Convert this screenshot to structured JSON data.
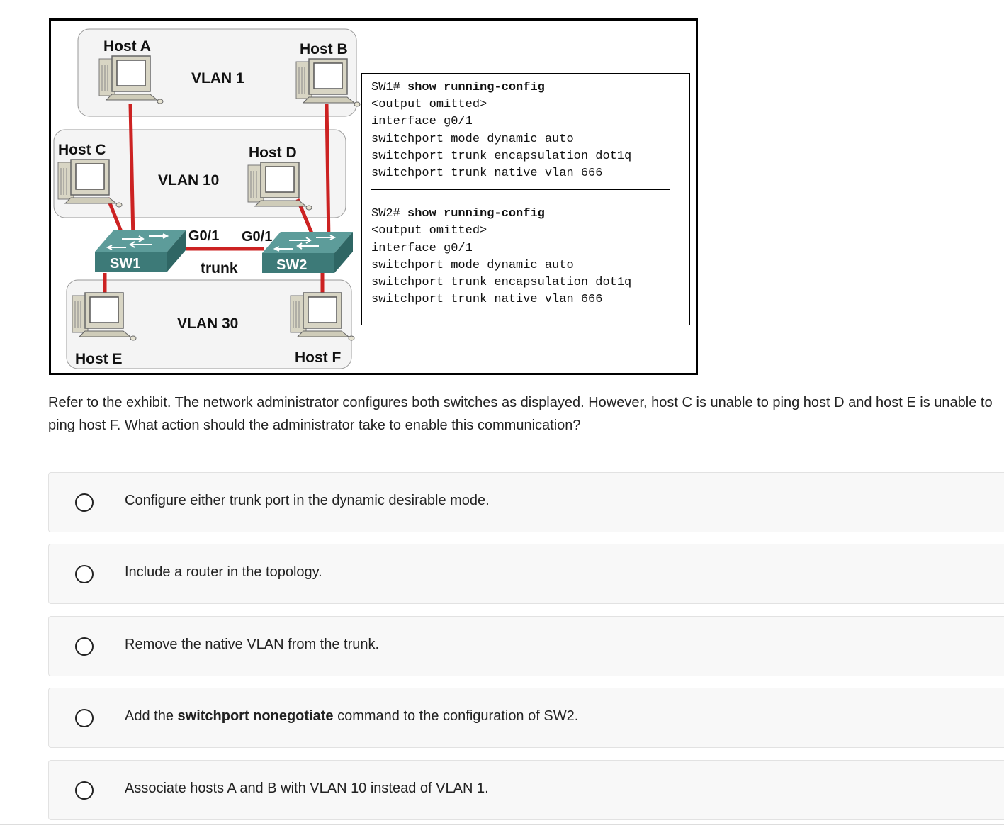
{
  "exhibit": {
    "hosts": {
      "a": "Host A",
      "b": "Host B",
      "c": "Host C",
      "d": "Host D",
      "e": "Host E",
      "f": "Host F"
    },
    "vlans": {
      "v1": "VLAN 1",
      "v10": "VLAN 10",
      "v30": "VLAN 30"
    },
    "switches": {
      "sw1": "SW1",
      "sw2": "SW2"
    },
    "ports": {
      "sw1_port": "G0/1",
      "sw2_port": "G0/1"
    },
    "link_label": "trunk",
    "colors": {
      "link": "#cc2222",
      "switch": "#3d7a78",
      "vlan_box": "#f4f4f4"
    }
  },
  "config": {
    "sw1_prompt": "SW1# ",
    "sw1_cmd": "show running-config",
    "sw1_lines": [
      "<output omitted>",
      "interface g0/1",
      "switchport mode dynamic auto",
      "switchport trunk encapsulation dot1q",
      "switchport trunk native vlan 666"
    ],
    "sw2_prompt": "SW2# ",
    "sw2_cmd": "show running-config",
    "sw2_lines": [
      "<output omitted>",
      "interface g0/1",
      "switchport mode dynamic auto",
      "switchport trunk encapsulation dot1q",
      "switchport trunk native vlan 666"
    ]
  },
  "question": "Refer to the exhibit. The network administrator configures both switches as displayed. However, host C is unable to ping host D and host E is unable to ping host F. What action should the administrator take to enable this communication?",
  "options": [
    {
      "text": "Configure either trunk port in the dynamic desirable mode."
    },
    {
      "text": "Include a router in the topology."
    },
    {
      "text": "Remove the native VLAN from the trunk."
    },
    {
      "pre": "Add the ",
      "bold": "switchport nonegotiate",
      "post": " command to the configuration of SW2."
    },
    {
      "text": "Associate hosts A and B with VLAN 10 instead of VLAN 1."
    }
  ]
}
